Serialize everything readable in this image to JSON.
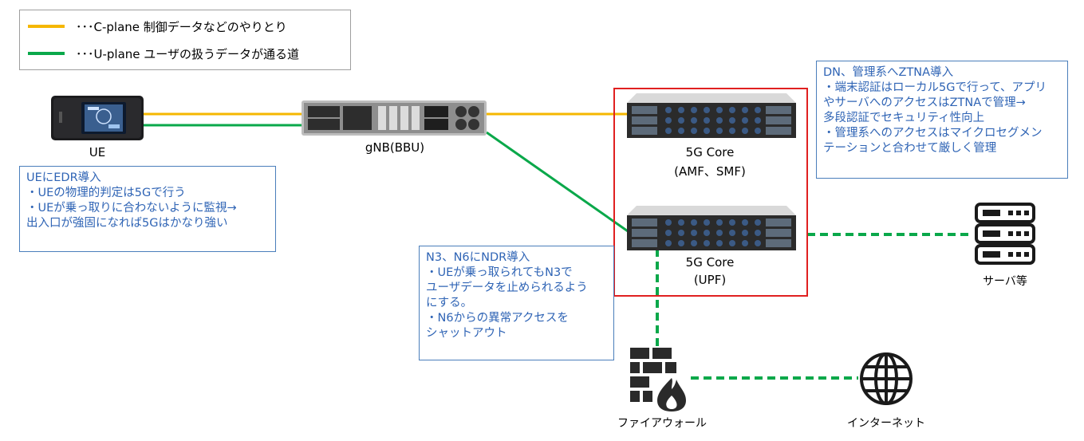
{
  "colors": {
    "c_plane": "#f5b700",
    "u_plane": "#0aa84a",
    "dashed": "#0aa84a",
    "note_border": "#4a7ebb",
    "note_text": "#2f64b5",
    "core_box": "#e02020"
  },
  "legend": {
    "c_plane": "･･･C-plane  制御データなどのやりとり",
    "u_plane": "･･･U-plane  ユーザの扱うデータが通る道"
  },
  "nodes": {
    "ue": {
      "label": "UE",
      "icon": "router-device-icon"
    },
    "gnb": {
      "label": "gNB(BBU)",
      "icon": "rack-server-icon"
    },
    "core_amf": {
      "line1": "5G Core",
      "line2": "(AMF、SMF)",
      "icon": "storage-server-icon"
    },
    "core_upf": {
      "line1": "5G Core",
      "line2": "(UPF)",
      "icon": "storage-server-icon"
    },
    "servers": {
      "label": "サーバ等",
      "icon": "server-stack-icon"
    },
    "firewall": {
      "label": "ファイアウォール",
      "icon": "firewall-icon"
    },
    "internet": {
      "label": "インターネット",
      "icon": "globe-icon"
    }
  },
  "notes": {
    "ue_edr": [
      "UEにEDR導入",
      "・UEの物理的判定は5Gで行う",
      "・UEが乗っ取りに合わないように監視→",
      "出入口が強固になれば5Gはかなり強い"
    ],
    "ndr": [
      "N3、N6にNDR導入",
      "・UEが乗っ取られてもN3で",
      "ユーザデータを止められるよう",
      "にする。",
      "・N6からの異常アクセスを",
      "シャットアウト"
    ],
    "ztna": [
      "DN、管理系へZTNA導入",
      "・端末認証はローカル5Gで行って、アプリ",
      "やサーバへのアクセスはZTNAで管理→",
      "多段認証でセキュリティ性向上",
      "・管理系へのアクセスはマイクロセグメン",
      "テーションと合わせて厳しく管理"
    ]
  }
}
